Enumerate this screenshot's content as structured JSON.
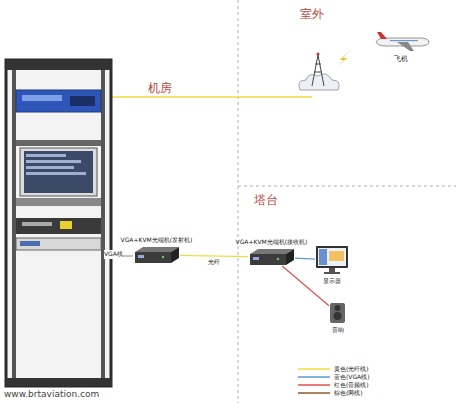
{
  "diagram": {
    "nodes": [
      {
        "text": [
          "VGA+KVM光端机(发射机)"
        ]
      },
      {
        "text": [
          "VGA+KVM光端机(接收机)"
        ]
      },
      {
        "text": [
          "显示器"
        ]
      },
      {
        "text": [
          "音响"
        ]
      },
      {
        "text": [
          "飞机"
        ]
      }
    ],
    "edges": [
      {
        "from": 0,
        "to": 1,
        "label": "光纤",
        "arrow": "none"
      },
      {
        "from": 1,
        "to": 2,
        "arrow": "none"
      },
      {
        "from": 1,
        "to": 3,
        "arrow": "none"
      }
    ],
    "labels": [
      "室外",
      "机房",
      "塔台",
      "VGA线",
      "www.brtaviation.com"
    ],
    "legend": [
      {
        "text": "黄色(光纤线)",
        "color": "#f2dc3c"
      },
      {
        "text": "蓝色(VGA线)",
        "color": "#5b9bd5"
      },
      {
        "text": "红色(音频线)",
        "color": "#e05050"
      },
      {
        "text": "棕色(网线)",
        "color": "#8b5a2b"
      }
    ]
  }
}
